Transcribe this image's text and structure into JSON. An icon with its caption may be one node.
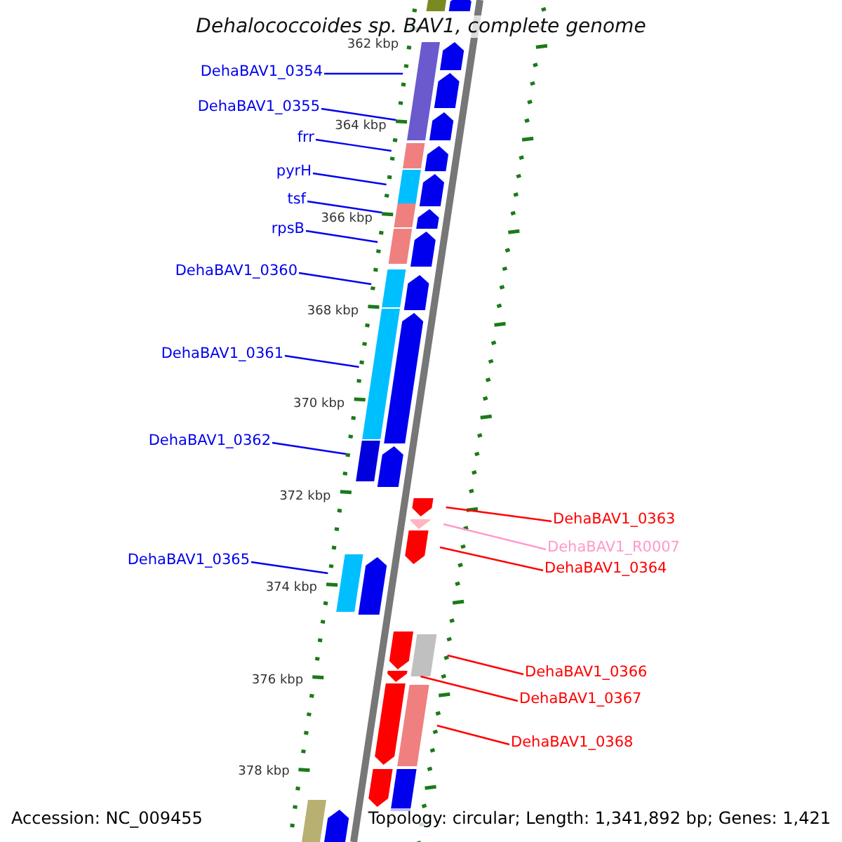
{
  "diagram": {
    "title": "Dehalococcoides sp. BAV1, complete genome",
    "nodes": [
      {
        "text": [
          "DehaBAV1_0354"
        ]
      },
      {
        "text": [],
        "shape": "bar"
      },
      {
        "text": [
          "DehaBAV1_0355"
        ]
      },
      {
        "text": [],
        "shape": "bar"
      },
      {
        "text": [
          "frr"
        ]
      },
      {
        "text": [],
        "shape": "bar"
      },
      {
        "text": [
          "pyrH"
        ]
      },
      {
        "text": [],
        "shape": "bar"
      },
      {
        "text": [
          "tsf"
        ]
      },
      {
        "text": [],
        "shape": "bar"
      },
      {
        "text": [
          "rpsB"
        ]
      },
      {
        "text": [],
        "shape": "bar"
      },
      {
        "text": [
          "DehaBAV1_0360"
        ]
      },
      {
        "text": [],
        "shape": "bar"
      },
      {
        "text": [
          "DehaBAV1_0361"
        ]
      },
      {
        "text": [],
        "shape": "bar"
      },
      {
        "text": [
          "DehaBAV1_0362"
        ]
      },
      {
        "text": [],
        "shape": "bar"
      },
      {
        "text": [
          "DehaBAV1_0363"
        ]
      },
      {
        "text": [],
        "shape": "bar"
      },
      {
        "text": [
          "DehaBAV1_R0007"
        ]
      },
      {
        "text": [],
        "shape": "bar"
      },
      {
        "text": [
          "DehaBAV1_0364"
        ]
      },
      {
        "text": [],
        "shape": "bar"
      },
      {
        "text": [
          "DehaBAV1_0365"
        ]
      },
      {
        "text": [],
        "shape": "bar"
      },
      {
        "text": [
          "DehaBAV1_0366"
        ]
      },
      {
        "text": [],
        "shape": "bar"
      },
      {
        "text": [
          "DehaBAV1_0367"
        ]
      },
      {
        "text": [],
        "shape": "bar"
      },
      {
        "text": [
          "DehaBAV1_0368"
        ]
      },
      {
        "text": [],
        "shape": "bar"
      },
      {
        "text": [],
        "shape": "bar"
      },
      {
        "text": [],
        "shape": "bar"
      },
      {
        "text": [],
        "shape": "bar"
      },
      {
        "text": [],
        "shape": "bar"
      },
      {
        "text": [],
        "shape": "bar"
      },
      {
        "text": [],
        "shape": "bar"
      },
      {
        "text": [],
        "shape": "bar"
      },
      {
        "text": [],
        "shape": "bar"
      },
      {
        "text": [],
        "shape": "bar"
      },
      {
        "text": [],
        "shape": "bar"
      },
      {
        "text": [],
        "shape": "bar"
      },
      {
        "text": [],
        "shape": "bar"
      },
      {
        "text": [],
        "shape": "bar"
      },
      {
        "text": [],
        "shape": "bar"
      },
      {
        "text": [],
        "shape": "bar"
      },
      {
        "text": [],
        "shape": "bar"
      },
      {
        "text": [],
        "shape": "bar"
      },
      {
        "text": [],
        "shape": "bar"
      },
      {
        "text": [],
        "shape": "bar"
      }
    ],
    "edges": [
      {
        "from": 0,
        "to": 1,
        "arrow": "none"
      },
      {
        "from": 2,
        "to": 3,
        "arrow": "none"
      },
      {
        "from": 4,
        "to": 5,
        "arrow": "none"
      },
      {
        "from": 6,
        "to": 7,
        "arrow": "none"
      },
      {
        "from": 8,
        "to": 9,
        "arrow": "none"
      },
      {
        "from": 10,
        "to": 11,
        "arrow": "none"
      },
      {
        "from": 12,
        "to": 13,
        "arrow": "none"
      },
      {
        "from": 14,
        "to": 15,
        "arrow": "none"
      },
      {
        "from": 16,
        "to": 17,
        "arrow": "none"
      },
      {
        "from": 18,
        "to": 19,
        "arrow": "none",
        "color": "#ff0000"
      },
      {
        "from": 20,
        "to": 21,
        "arrow": "none",
        "color": "#ff99cc"
      },
      {
        "from": 22,
        "to": 23,
        "arrow": "none",
        "color": "#ff0000"
      },
      {
        "from": 24,
        "to": 25,
        "arrow": "none"
      },
      {
        "from": 26,
        "to": 27,
        "arrow": "none",
        "color": "#ff0000"
      },
      {
        "from": 28,
        "to": 29,
        "arrow": "none",
        "color": "#ff0000"
      },
      {
        "from": 30,
        "to": 31,
        "arrow": "none",
        "color": "#ff0000"
      }
    ],
    "labels": [
      "362 kbp",
      "364 kbp",
      "366 kbp",
      "368 kbp",
      "370 kbp",
      "372 kbp",
      "374 kbp",
      "376 kbp",
      "378 kbp",
      "Accession: NC_009455",
      "Topology: circular; Length: 1,341,892 bp; Genes: 1,421"
    ]
  }
}
